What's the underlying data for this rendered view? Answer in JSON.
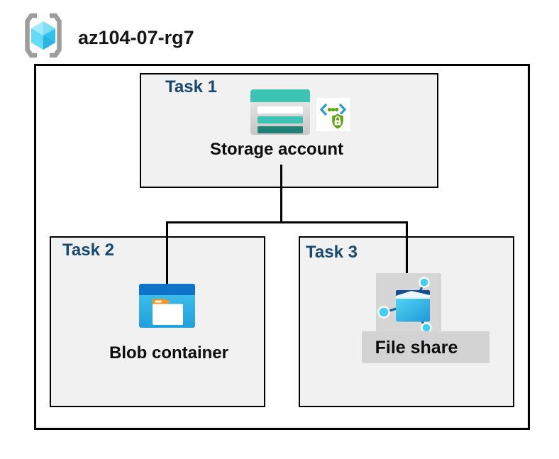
{
  "header": {
    "resource_group_name": "az104-07-rg7"
  },
  "diagram": {
    "task1": {
      "label": "Task 1",
      "resource": "Storage account"
    },
    "task2": {
      "label": "Task 2",
      "resource": "Blob container"
    },
    "task3": {
      "label": "Task 3",
      "resource": "File share"
    }
  },
  "icons": {
    "resource_group": "resource-group-icon",
    "storage_account": "storage-account-icon",
    "sas_security": "code-chevrons-shield-lock-icon",
    "blob_container": "blob-container-icon",
    "file_share": "file-share-icon"
  },
  "colors": {
    "task_label_navy": "#17486E",
    "box_fill_gray": "#F1F1F1",
    "border_black": "#000000",
    "storage_teal": "#3CC3B4",
    "storage_teal_dark": "#1F8076",
    "blob_header_blue": "#0F74C8",
    "blob_body_blue": "#2FB3E4",
    "folder_tab_orange": "#F7941E",
    "shield_green": "#5BA60C",
    "chevron_blue": "#2D9AD6",
    "file_share_bg_gray": "#D6D6D6",
    "file_share_label_bg": "#D3D3D3",
    "node_cyan": "#3ECFF3",
    "cube_cyan": "#3CC9EE",
    "bracket_gray": "#9D9D9D"
  }
}
